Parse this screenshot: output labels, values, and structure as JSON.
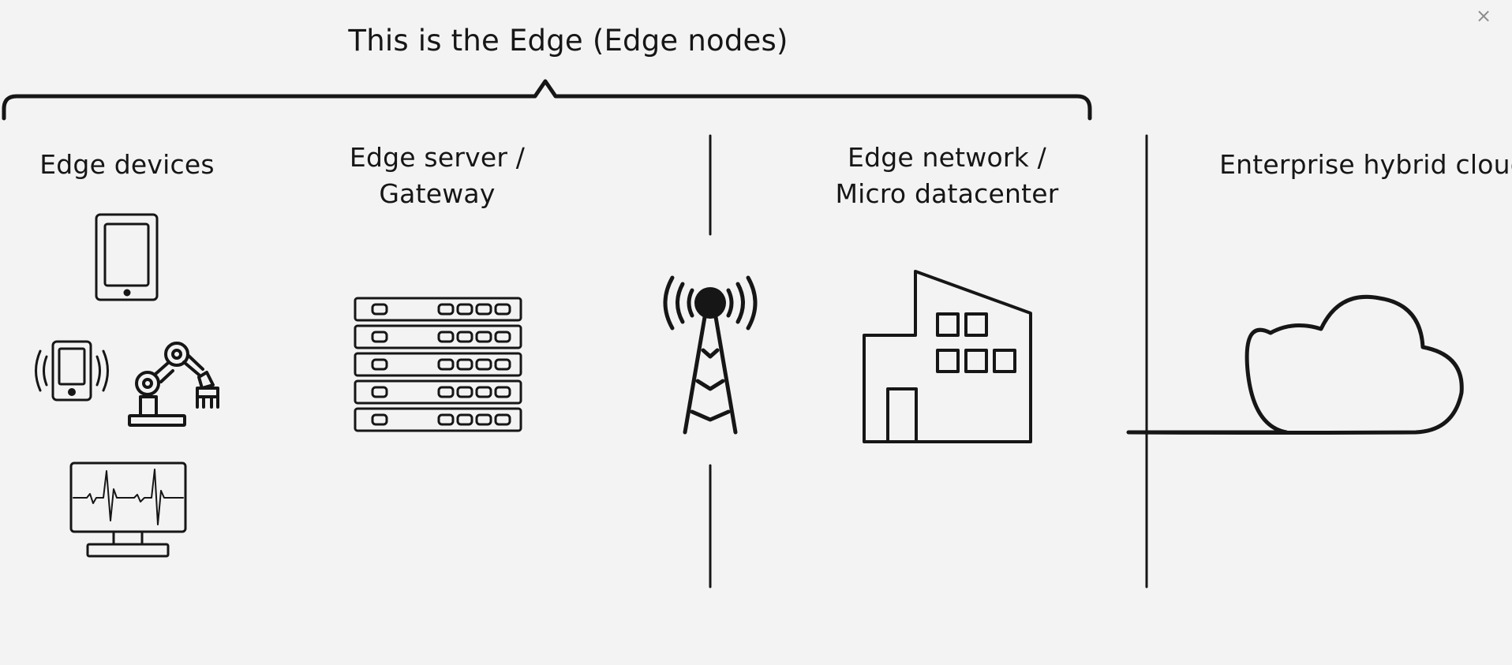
{
  "diagram": {
    "title": "This is the Edge (Edge nodes)",
    "close_glyph": "×",
    "sections": {
      "edge_devices": {
        "label": "Edge devices"
      },
      "edge_server": {
        "label_line1": "Edge server /",
        "label_line2": "Gateway"
      },
      "edge_network": {
        "label_line1": "Edge network /",
        "label_line2": "Micro datacenter"
      },
      "hybrid_cloud": {
        "label": "Enterprise hybrid cloud"
      }
    },
    "icons": [
      "tablet-icon",
      "vibrating-phone-icon",
      "robotic-arm-icon",
      "monitor-waveform-icon",
      "server-rack-icon",
      "cell-tower-icon",
      "factory-building-icon",
      "cloud-icon"
    ],
    "colors": {
      "background": "#f3f3f3",
      "stroke": "#161616",
      "close": "#8d8d8d"
    }
  }
}
